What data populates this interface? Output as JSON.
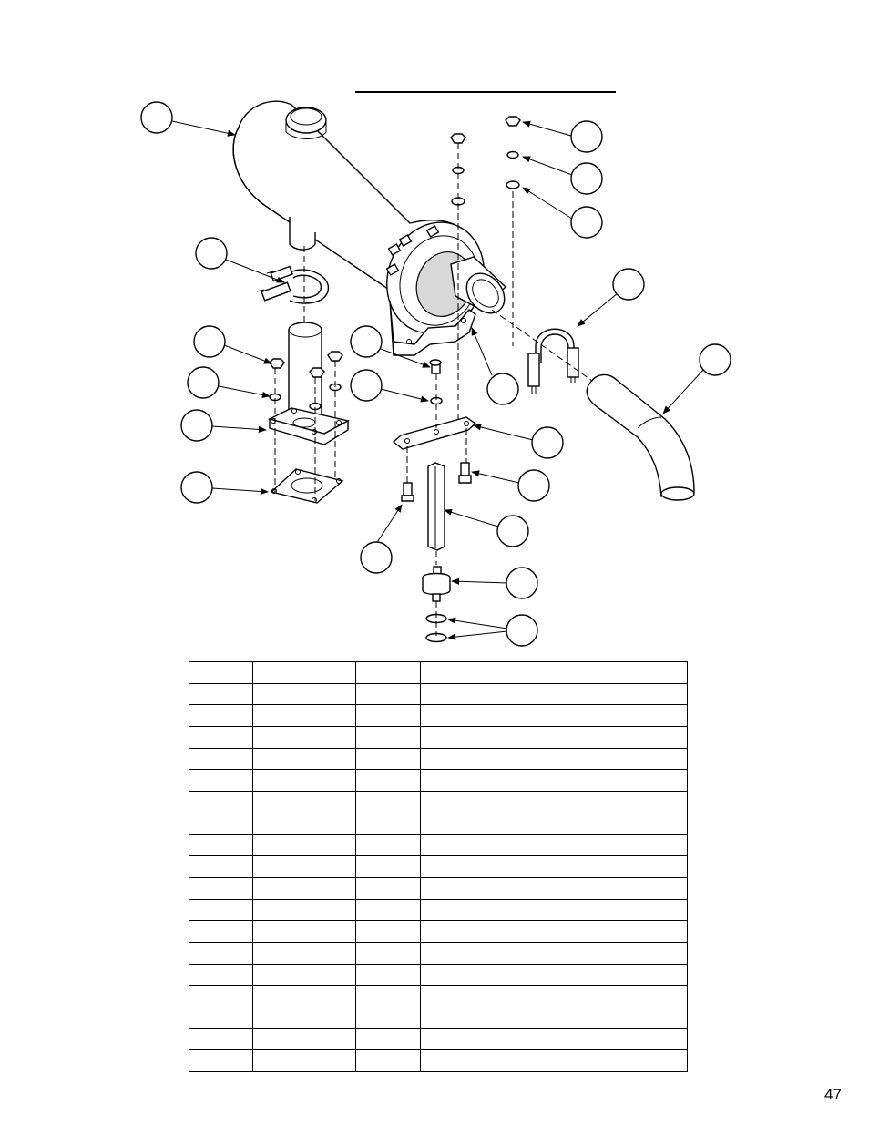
{
  "page": {
    "page_number": "47"
  },
  "table": {
    "row_count": 19,
    "column_count": 4,
    "rows": [
      [
        "",
        "",
        "",
        ""
      ],
      [
        "",
        "",
        "",
        ""
      ],
      [
        "",
        "",
        "",
        ""
      ],
      [
        "",
        "",
        "",
        ""
      ],
      [
        "",
        "",
        "",
        ""
      ],
      [
        "",
        "",
        "",
        ""
      ],
      [
        "",
        "",
        "",
        ""
      ],
      [
        "",
        "",
        "",
        ""
      ],
      [
        "",
        "",
        "",
        ""
      ],
      [
        "",
        "",
        "",
        ""
      ],
      [
        "",
        "",
        "",
        ""
      ],
      [
        "",
        "",
        "",
        ""
      ],
      [
        "",
        "",
        "",
        ""
      ],
      [
        "",
        "",
        "",
        ""
      ],
      [
        "",
        "",
        "",
        ""
      ],
      [
        "",
        "",
        "",
        ""
      ],
      [
        "",
        "",
        "",
        ""
      ],
      [
        "",
        "",
        "",
        ""
      ],
      [
        "",
        "",
        "",
        ""
      ]
    ]
  },
  "diagram": {
    "callout_count": 20
  }
}
